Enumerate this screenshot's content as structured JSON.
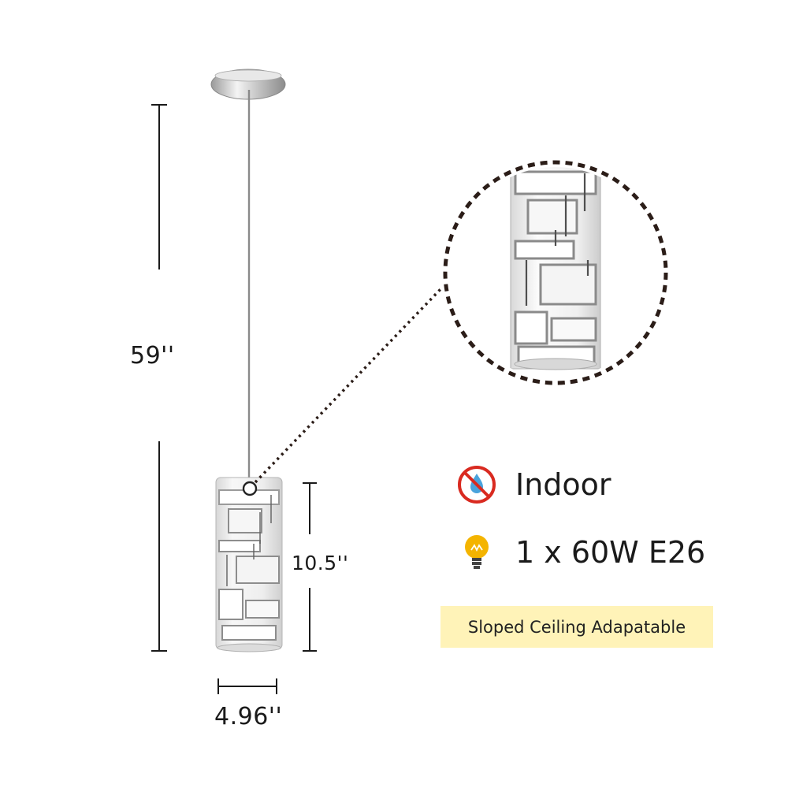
{
  "dimensions": {
    "overall_height": "59''",
    "shade_height": "10.5''",
    "shade_width": "4.96''"
  },
  "features": [
    {
      "icon": "no-water-icon",
      "label": "Indoor"
    },
    {
      "icon": "light-bulb-icon",
      "label": "1 x 60W E26"
    }
  ],
  "badge": {
    "label": "Sloped Ceiling Adapatable"
  },
  "colors": {
    "badge_background": "#fff3b8",
    "prohibit_red": "#d92a20",
    "water_blue": "#4aa3dc",
    "bulb_yellow": "#f4b400",
    "dashed_line": "#2b1d18"
  }
}
